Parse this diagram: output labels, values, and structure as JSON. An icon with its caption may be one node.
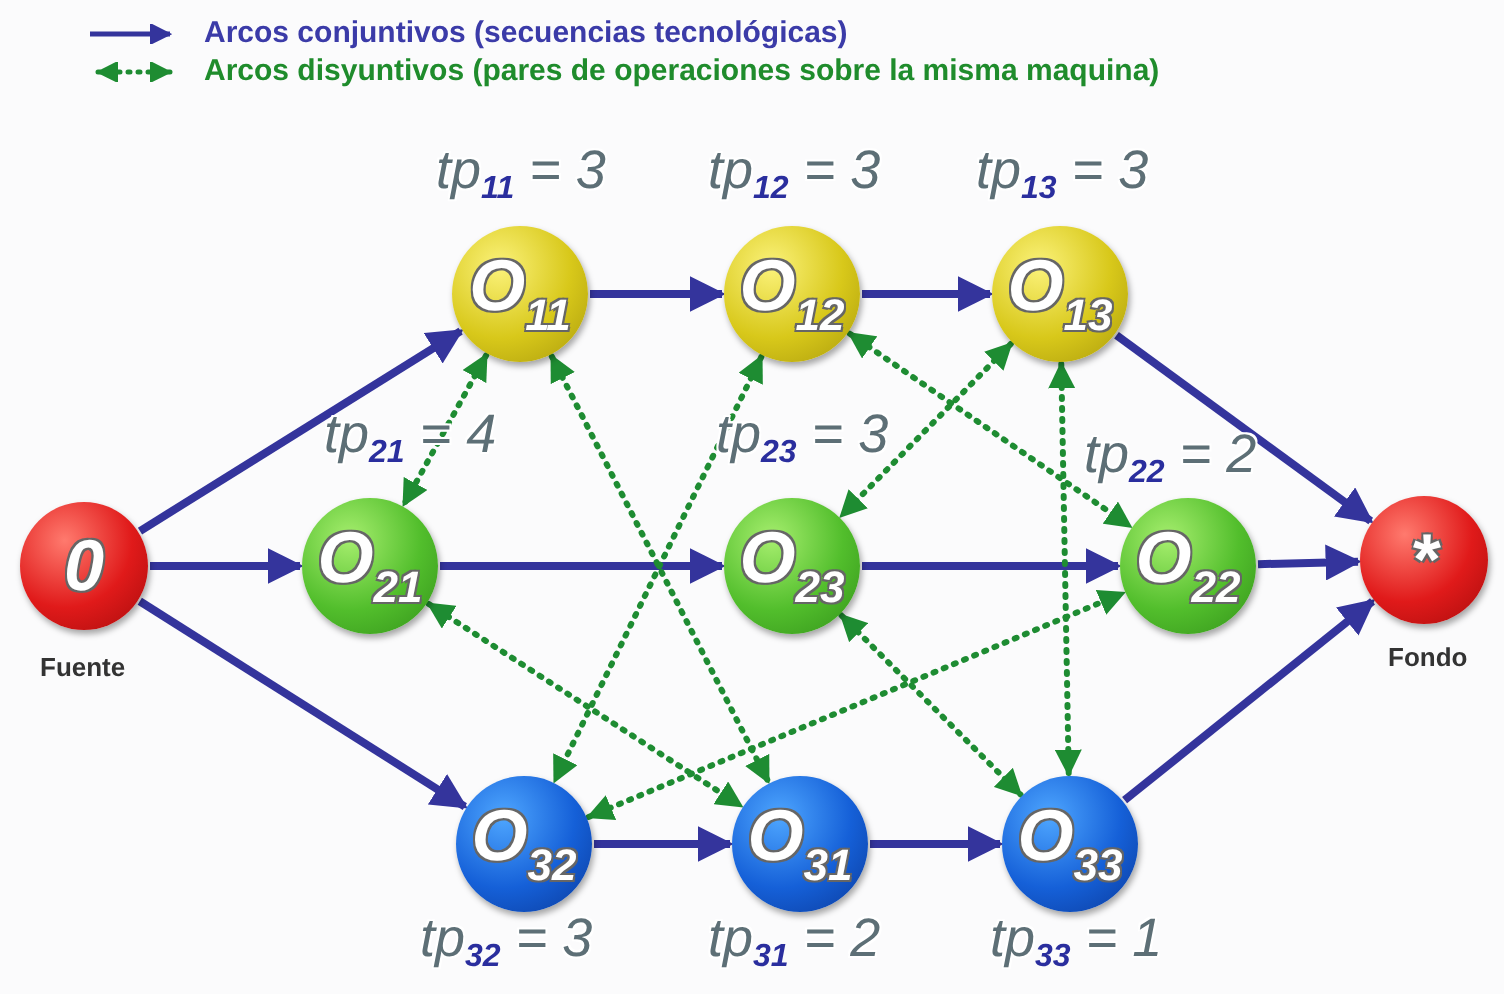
{
  "diagram": {
    "nodes": [
      {
        "text": [
          "0"
        ],
        "beside": [
          "Fuente"
        ]
      },
      {
        "text": [
          "O$_{11}$"
        ],
        "beside": [
          "tp$_{11}$ = 3"
        ]
      },
      {
        "text": [
          "O$_{12}$"
        ],
        "beside": [
          "tp$_{12}$ = 3"
        ]
      },
      {
        "text": [
          "O$_{13}$"
        ],
        "beside": [
          "tp$_{13}$ = 3"
        ]
      },
      {
        "text": [
          "O$_{21}$"
        ],
        "beside": [
          "tp$_{21}$ = 4"
        ]
      },
      {
        "text": [
          "O$_{23}$"
        ],
        "beside": [
          "tp$_{23}$ = 3"
        ]
      },
      {
        "text": [
          "O$_{22}$"
        ],
        "beside": [
          "tp$_{22}$ = 2"
        ]
      },
      {
        "text": [
          "*"
        ],
        "beside": [
          "Fondo"
        ]
      },
      {
        "text": [
          "O$_{32}$"
        ],
        "beside": [
          "tp$_{32}$ = 3"
        ]
      },
      {
        "text": [
          "O$_{31}$"
        ],
        "beside": [
          "tp$_{31}$ = 2"
        ]
      },
      {
        "text": [
          "O$_{33}$"
        ],
        "beside": [
          "tp$_{33}$ = 1"
        ]
      }
    ],
    "edges": [
      {
        "from": 0,
        "to": 1,
        "arrow": "to"
      },
      {
        "from": 0,
        "to": 4,
        "arrow": "to"
      },
      {
        "from": 0,
        "to": 8,
        "arrow": "to"
      },
      {
        "from": 1,
        "to": 2,
        "arrow": "to"
      },
      {
        "from": 2,
        "to": 3,
        "arrow": "to"
      },
      {
        "from": 3,
        "to": 7,
        "arrow": "to"
      },
      {
        "from": 4,
        "to": 5,
        "arrow": "to"
      },
      {
        "from": 5,
        "to": 6,
        "arrow": "to"
      },
      {
        "from": 6,
        "to": 7,
        "arrow": "to"
      },
      {
        "from": 8,
        "to": 9,
        "arrow": "to"
      },
      {
        "from": 9,
        "to": 10,
        "arrow": "to"
      },
      {
        "from": 10,
        "to": 7,
        "arrow": "to"
      },
      {
        "from": 1,
        "to": 4,
        "arrow": "both",
        "style": "dashed",
        "color": "#1e8c32"
      },
      {
        "from": 1,
        "to": 9,
        "arrow": "both",
        "style": "dashed",
        "color": "#1e8c32"
      },
      {
        "from": 4,
        "to": 9,
        "arrow": "both",
        "style": "dashed",
        "color": "#1e8c32"
      },
      {
        "from": 2,
        "to": 8,
        "arrow": "both",
        "style": "dashed",
        "color": "#1e8c32"
      },
      {
        "from": 2,
        "to": 6,
        "arrow": "both",
        "style": "dashed",
        "color": "#1e8c32"
      },
      {
        "from": 8,
        "to": 6,
        "arrow": "both",
        "style": "dashed",
        "color": "#1e8c32"
      },
      {
        "from": 3,
        "to": 5,
        "arrow": "both",
        "style": "dashed",
        "color": "#1e8c32"
      },
      {
        "from": 3,
        "to": 10,
        "arrow": "both",
        "style": "dashed",
        "color": "#1e8c32"
      },
      {
        "from": 5,
        "to": 10,
        "arrow": "both",
        "style": "dashed",
        "color": "#1e8c32"
      }
    ],
    "legend": [
      {
        "text": "Arcos conjuntivos (secuencias tecnológicas)"
      },
      {
        "text": "Arcos disyuntivos (pares de operaciones sobre la misma maquina)"
      }
    ]
  }
}
